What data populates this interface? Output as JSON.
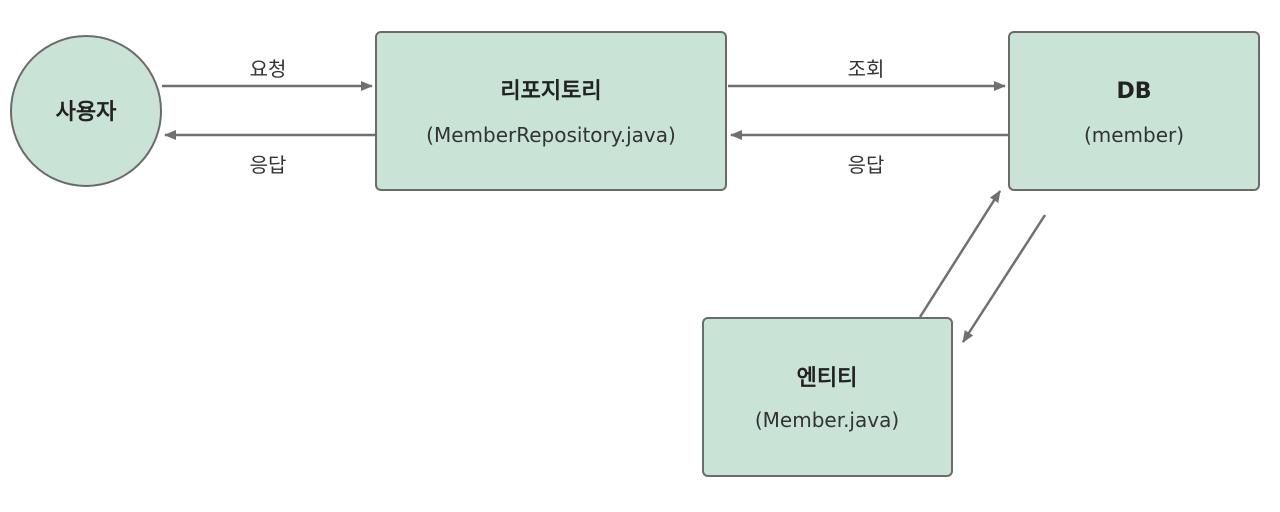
{
  "nodes": {
    "user": {
      "title": "사용자"
    },
    "repository": {
      "title": "리포지토리",
      "subtitle": "(MemberRepository.java)"
    },
    "db": {
      "title": "DB",
      "subtitle": "(member)"
    },
    "entity": {
      "title": "엔티티",
      "subtitle": "(Member.java)"
    }
  },
  "edges": {
    "user_to_repo": "요청",
    "repo_to_user": "응답",
    "repo_to_db": "조회",
    "db_to_repo": "응답"
  },
  "colors": {
    "node_fill": "#c9e3d6",
    "node_border": "#6b6b6b",
    "arrow": "#707070"
  }
}
